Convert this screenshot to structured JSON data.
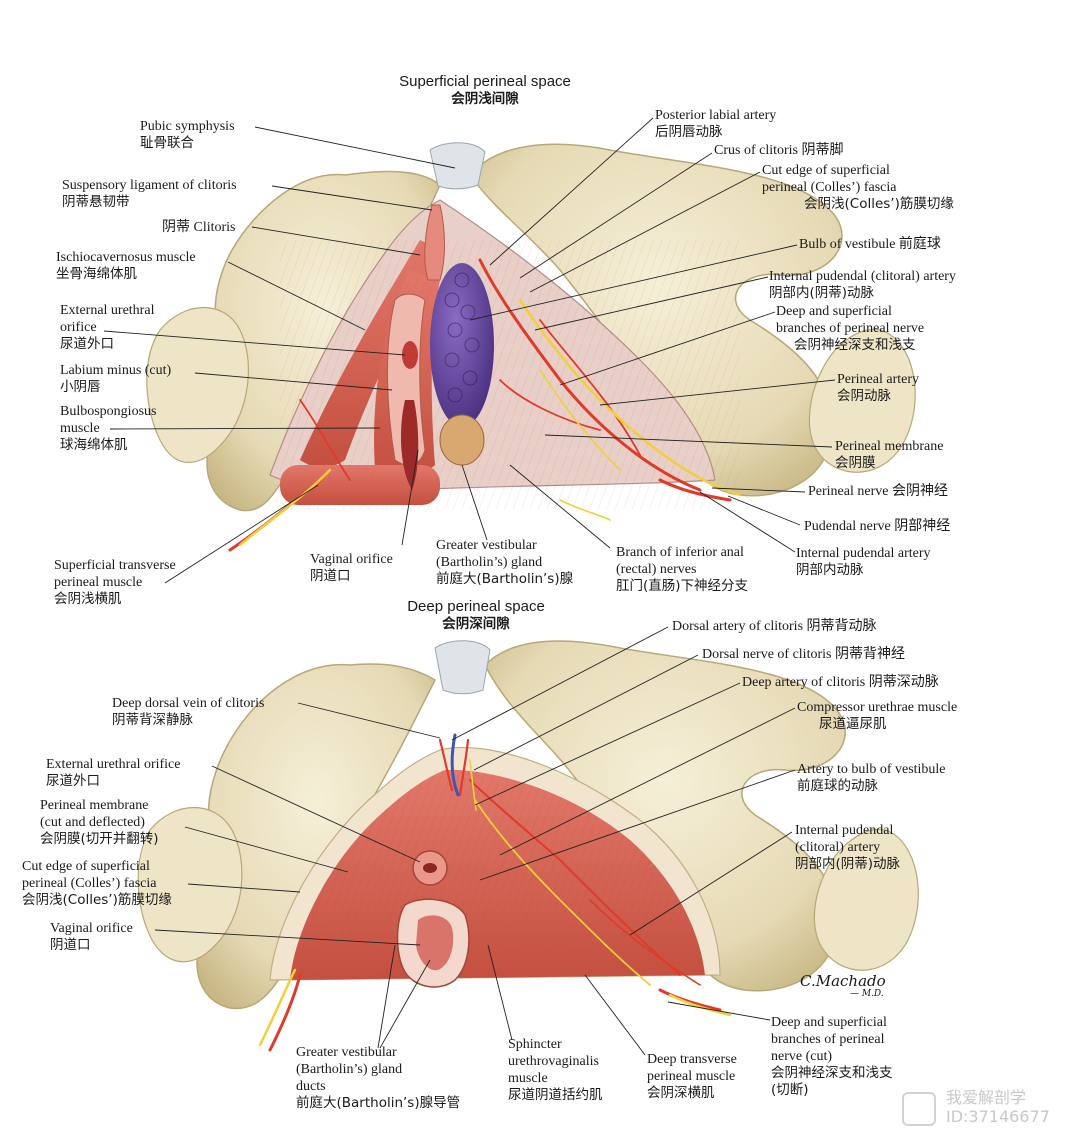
{
  "panels": {
    "top": {
      "title_en": "Superficial perineal space",
      "title_cn": "会阴浅间隙"
    },
    "bottom": {
      "title_en": "Deep perineal space",
      "title_cn": "会阴深间隙"
    }
  },
  "labels_top_left": [
    {
      "l1": "Pubic symphysis",
      "l2": "耻骨联合"
    },
    {
      "l1": "Suspensory ligament of clitoris",
      "l2": "阴蒂悬韧带"
    },
    {
      "l1": "阴蒂 Clitoris"
    },
    {
      "l1": "Ischiocavernosus muscle",
      "l2": "坐骨海绵体肌"
    },
    {
      "l1": "External urethral",
      "l2": "orifice",
      "l3": "尿道外口"
    },
    {
      "l1": "Labium minus (cut)",
      "l2": "小阴唇"
    },
    {
      "l1": "Bulbospongiosus",
      "l2": "muscle",
      "l3": "球海绵体肌"
    },
    {
      "l1": "Superficial transverse",
      "l2": "perineal muscle",
      "l3": "会阴浅横肌"
    }
  ],
  "labels_top_bottom": [
    {
      "l1": "Vaginal orifice",
      "l2": "阴道口"
    },
    {
      "l1": "Greater vestibular",
      "l2": "(Bartholin’s) gland",
      "l3": "前庭大(Bartholin’s)腺"
    },
    {
      "l1": "Branch of inferior anal",
      "l2": "(rectal) nerves",
      "l3": "肛门(直肠)下神经分支"
    }
  ],
  "labels_top_right": [
    {
      "l1": "Posterior labial artery",
      "l2": "后阴唇动脉"
    },
    {
      "l1": "Crus of clitoris 阴蒂脚"
    },
    {
      "l1": "Cut edge of superficial",
      "l2": "perineal (Colles’) fascia",
      "l3": "会阴浅(Colles’)筋膜切缘"
    },
    {
      "l1": "Bulb of vestibule 前庭球"
    },
    {
      "l1": "Internal pudendal (clitoral) artery",
      "l2": "阴部内(阴蒂)动脉"
    },
    {
      "l1": "Deep and superficial",
      "l2": "branches of perineal nerve",
      "l3": "会阴神经深支和浅支"
    },
    {
      "l1": "Perineal artery",
      "l2": "会阴动脉"
    },
    {
      "l1": "Perineal membrane",
      "l2": "会阴膜"
    },
    {
      "l1": "Perineal nerve 会阴神经"
    },
    {
      "l1": "Pudendal nerve 阴部神经"
    },
    {
      "l1": "Internal pudendal artery",
      "l2": "阴部内动脉"
    }
  ],
  "labels_bottom_left": [
    {
      "l1": "Deep dorsal vein of clitoris",
      "l2": "阴蒂背深静脉"
    },
    {
      "l1": "External urethral orifice",
      "l2": "尿道外口"
    },
    {
      "l1": "Perineal membrane",
      "l2": "(cut and deflected)",
      "l3": "会阴膜(切开并翻转)"
    },
    {
      "l1": "Cut edge of superficial",
      "l2": "perineal (Colles’) fascia",
      "l3": "会阴浅(Colles’)筋膜切缘"
    },
    {
      "l1": "Vaginal orifice",
      "l2": "阴道口"
    }
  ],
  "labels_bottom_bottom": [
    {
      "l1": "Greater vestibular",
      "l2": "(Bartholin’s) gland",
      "l3": "ducts",
      "l4": "前庭大(Bartholin’s)腺导管"
    },
    {
      "l1": "Sphincter",
      "l2": "urethrovaginalis",
      "l3": "muscle",
      "l4": "尿道阴道括约肌"
    },
    {
      "l1": "Deep transverse",
      "l2": "perineal muscle",
      "l3": "会阴深横肌"
    }
  ],
  "labels_bottom_right": [
    {
      "l1": "Dorsal artery of clitoris 阴蒂背动脉"
    },
    {
      "l1": "Dorsal nerve of clitoris 阴蒂背神经"
    },
    {
      "l1": "Deep artery of clitoris 阴蒂深动脉"
    },
    {
      "l1": "Compressor urethrae muscle",
      "l2": "尿道逼尿肌"
    },
    {
      "l1": "Artery to bulb of vestibule",
      "l2": "前庭球的动脉"
    },
    {
      "l1": "Internal pudendal",
      "l2": "(clitoral) artery",
      "l3": "阴部内(阴蒂)动脉"
    },
    {
      "l1": "Deep and superficial",
      "l2": "branches of perineal",
      "l3": "nerve (cut)",
      "l4": "会阴神经深支和浅支",
      "l5": "(切断)"
    }
  ],
  "signature": {
    "l1": "C.Machado",
    "l2": "— M.D."
  },
  "watermark": {
    "l1": "我爱解剖学",
    "l2": "ID:37146677"
  },
  "colors": {
    "bone": "#ece3c4",
    "bone_shade": "#c9b886",
    "muscle": "#d96a5a",
    "muscle_dark": "#b54a3e",
    "artery": "#e03a2a",
    "nerve": "#f2cf3a",
    "vein": "#3c56b8",
    "gland": "#6a4aa0",
    "membrane": "#e6c4bd"
  }
}
